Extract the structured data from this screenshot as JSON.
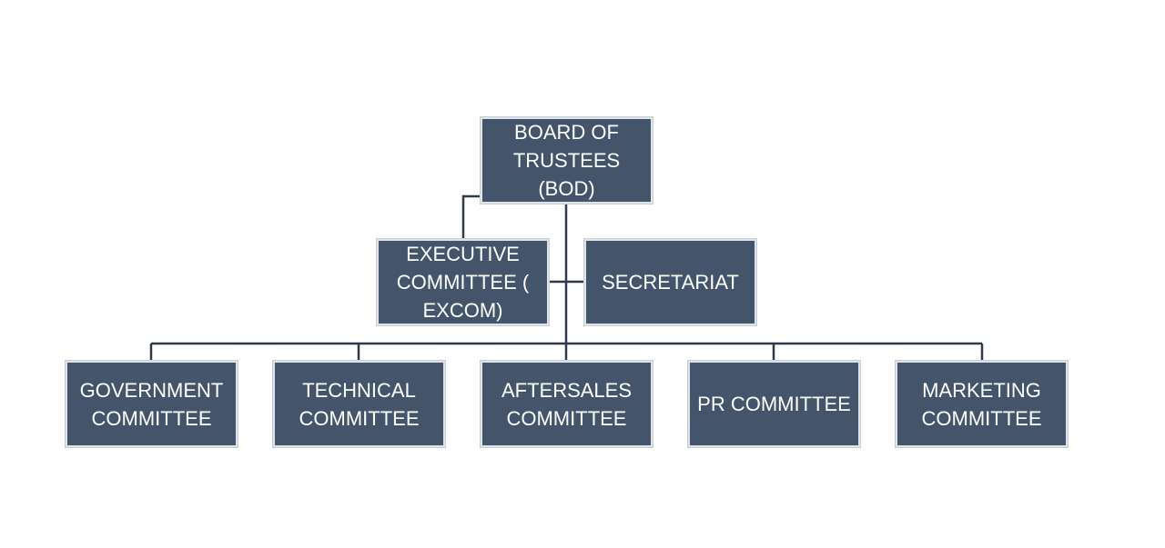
{
  "diagram": {
    "nodes": {
      "bod": "BOARD OF\nTRUSTEES (BOD)",
      "excom": "EXECUTIVE\nCOMMITTEE (\nEXCOM)",
      "secretariat": "SECRETARIAT",
      "government": "GOVERNMENT\nCOMMITTEE",
      "technical": "TECHNICAL\nCOMMITTEE",
      "aftersales": "AFTERSALES\nCOMMITTEE",
      "pr": "PR COMMITTEE",
      "marketing": "MARKETING\nCOMMITTEE"
    },
    "colors": {
      "box_fill": "#44546a",
      "box_border": "#dfe3ea",
      "connector": "#2f3b4d",
      "text": "#ffffff"
    }
  }
}
